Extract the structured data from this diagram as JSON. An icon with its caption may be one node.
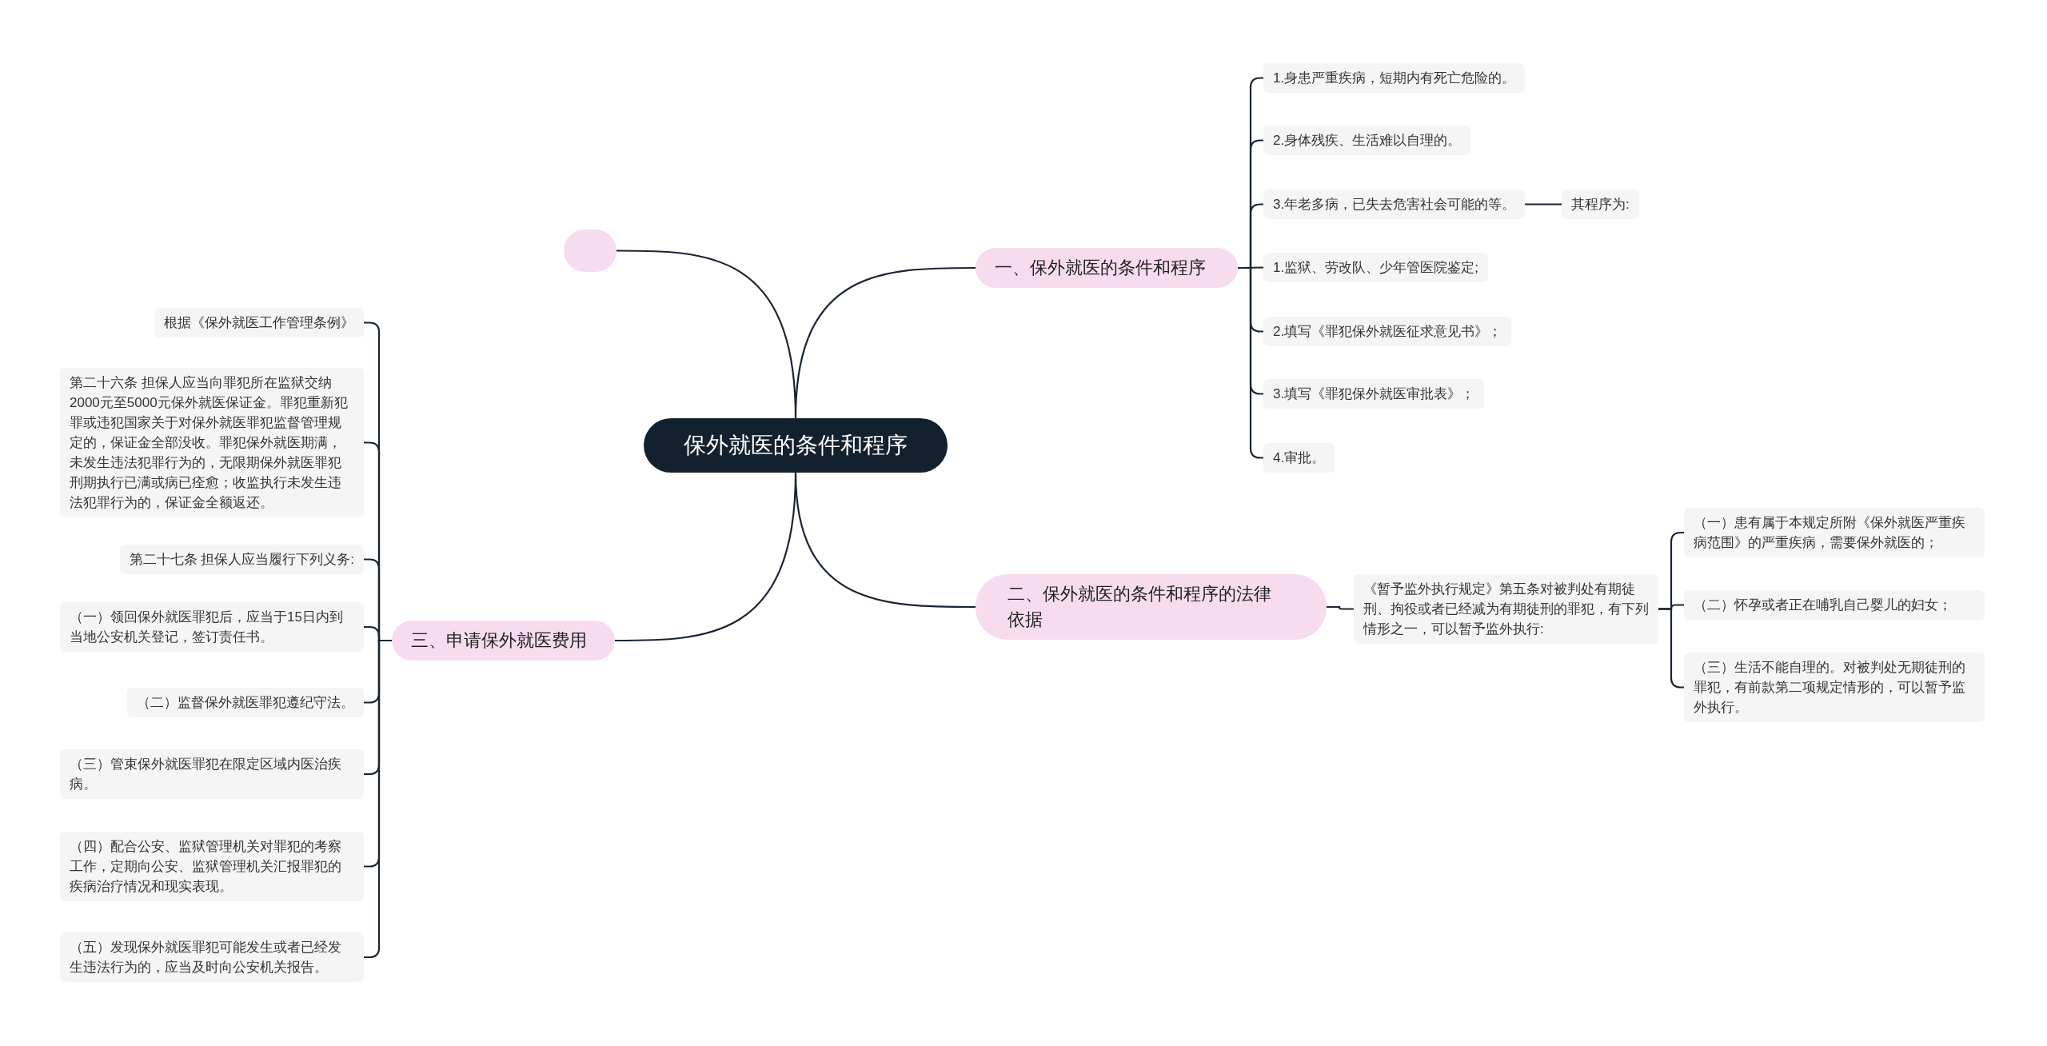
{
  "diagram": {
    "nodes": [
      {
        "text": [
          "保外就医的条件和程序"
        ]
      },
      {
        "text": [],
        "shape": "box"
      },
      {
        "text": [
          "一、保外就医的条件和程序"
        ]
      },
      {
        "text": [
          "1.身患严重疾病，短期内有死亡危险的。"
        ]
      },
      {
        "text": [
          "2.身体残疾、生活难以自理的。"
        ]
      },
      {
        "text": [
          "3.年老多病，已失去危害社会可能的等。"
        ]
      },
      {
        "text": [
          "1.监狱、劳改队、少年管医院鉴定;"
        ]
      },
      {
        "text": [
          "2.填写《罪犯保外就医征求意见书》；"
        ]
      },
      {
        "text": [
          "3.填写《罪犯保外就医审批表》；"
        ]
      },
      {
        "text": [
          "4.审批。"
        ]
      },
      {
        "text": [
          "其程序为:"
        ]
      },
      {
        "text": [
          "二、保外就医的条件和程序的法律依据"
        ]
      },
      {
        "text": [
          "《暂予监外执行规定》第五条对被判处有期徒刑、拘役或者已经减为有期徒刑的罪犯，有下列情形之一，可以暂予监外执行:"
        ]
      },
      {
        "text": [
          "（一）患有属于本规定所附《保外就医严重疾病范围》的严重疾病，需要保外就医的；"
        ]
      },
      {
        "text": [
          "（二）怀孕或者正在哺乳自己婴儿的妇女；"
        ]
      },
      {
        "text": [
          "（三）生活不能自理的。对被判处无期徒刑的罪犯，有前款第二项规定情形的，可以暂予监外执行。"
        ]
      },
      {
        "text": [
          "三、申请保外就医费用"
        ]
      },
      {
        "text": [
          "根据《保外就医工作管理条例》"
        ]
      },
      {
        "text": [
          "第二十六条 担保人应当向罪犯所在监狱交纳2000元至5000元保外就医保证金。罪犯重新犯罪或违犯国家关于对保外就医罪犯监督管理规定的，保证金全部没收。罪犯保外就医期满，未发生违法犯罪行为的，无限期保外就医罪犯刑期执行已满或病已痊愈；收监执行未发生违法犯罪行为的，保证金全额返还。"
        ]
      },
      {
        "text": [
          "第二十七条 担保人应当履行下列义务:"
        ]
      },
      {
        "text": [
          "（一）领回保外就医罪犯后，应当于15日内到当地公安机关登记，签订责任书。"
        ]
      },
      {
        "text": [
          "（二）监督保外就医罪犯遵纪守法。"
        ]
      },
      {
        "text": [
          "（三）管束保外就医罪犯在限定区域内医治疾病。"
        ]
      },
      {
        "text": [
          "（四）配合公安、监狱管理机关对罪犯的考察工作，定期向公安、监狱管理机关汇报罪犯的疾病治疗情况和现实表现。"
        ]
      },
      {
        "text": [
          "（五）发现保外就医罪犯可能发生或者已经发生违法行为的，应当及时向公安机关报告。"
        ]
      }
    ],
    "edges": [
      {
        "from": 0,
        "to": 1,
        "arrow": "none"
      },
      {
        "from": 0,
        "to": 2,
        "arrow": "none"
      },
      {
        "from": 0,
        "to": 11,
        "arrow": "none"
      },
      {
        "from": 0,
        "to": 16,
        "arrow": "none"
      },
      {
        "from": 2,
        "to": 3,
        "arrow": "none"
      },
      {
        "from": 2,
        "to": 4,
        "arrow": "none"
      },
      {
        "from": 2,
        "to": 5,
        "arrow": "none"
      },
      {
        "from": 2,
        "to": 6,
        "arrow": "none"
      },
      {
        "from": 2,
        "to": 7,
        "arrow": "none"
      },
      {
        "from": 2,
        "to": 8,
        "arrow": "none"
      },
      {
        "from": 2,
        "to": 9,
        "arrow": "none"
      },
      {
        "from": 5,
        "to": 10,
        "arrow": "none"
      },
      {
        "from": 11,
        "to": 12,
        "arrow": "none"
      },
      {
        "from": 12,
        "to": 13,
        "arrow": "none"
      },
      {
        "from": 12,
        "to": 14,
        "arrow": "none"
      },
      {
        "from": 12,
        "to": 15,
        "arrow": "none"
      },
      {
        "from": 16,
        "to": 17,
        "arrow": "none"
      },
      {
        "from": 16,
        "to": 18,
        "arrow": "none"
      },
      {
        "from": 16,
        "to": 19,
        "arrow": "none"
      },
      {
        "from": 16,
        "to": 20,
        "arrow": "none"
      },
      {
        "from": 16,
        "to": 21,
        "arrow": "none"
      },
      {
        "from": 16,
        "to": 22,
        "arrow": "none"
      },
      {
        "from": 16,
        "to": 23,
        "arrow": "none"
      },
      {
        "from": 16,
        "to": 24,
        "arrow": "none"
      }
    ]
  }
}
